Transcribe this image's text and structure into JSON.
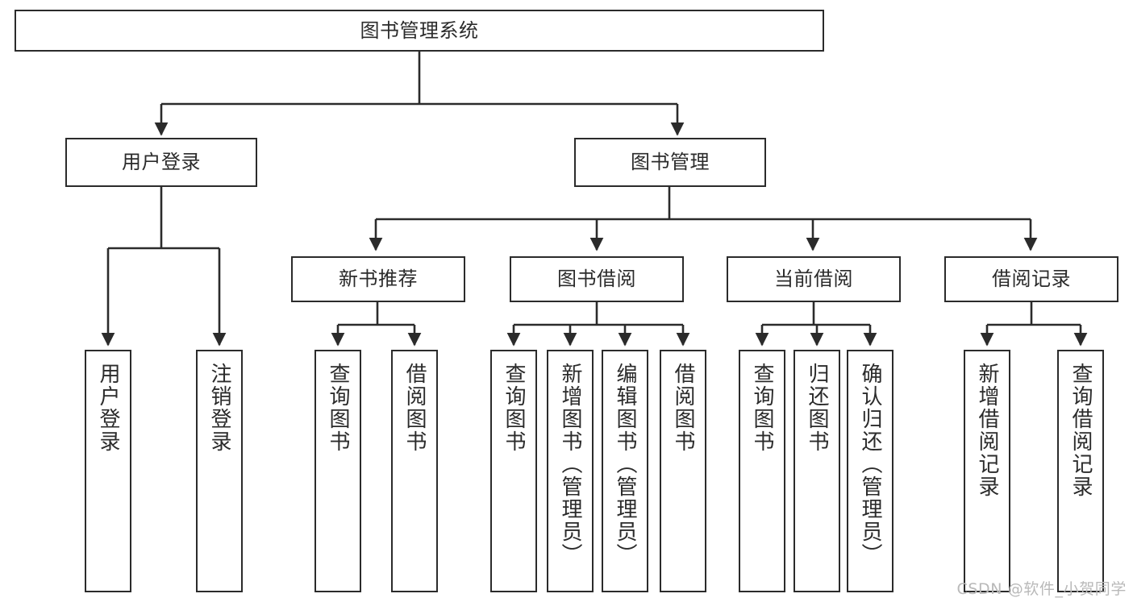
{
  "diagram": {
    "title": "图书管理系统",
    "watermark": "CSDN @软件_小贺同学",
    "colors": {
      "background": "#ffffff",
      "stroke": "#2b2b2b",
      "text": "#2b2b2b",
      "watermark": "#b9b9b9"
    },
    "root": {
      "label": "图书管理系统"
    },
    "level2": [
      {
        "label": "用户登录"
      },
      {
        "label": "图书管理"
      }
    ],
    "level3": [
      {
        "label": "新书推荐"
      },
      {
        "label": "图书借阅"
      },
      {
        "label": "当前借阅"
      },
      {
        "label": "借阅记录"
      }
    ],
    "leaves": {
      "user_login": [
        {
          "label": "用户登录"
        },
        {
          "label": "注销登录"
        }
      ],
      "new_book_recommend": [
        {
          "label": "查询图书"
        },
        {
          "label": "借阅图书"
        }
      ],
      "book_borrow": [
        {
          "label": "查询图书"
        },
        {
          "label": "新增图书（管理员）"
        },
        {
          "label": "编辑图书（管理员）"
        },
        {
          "label": "借阅图书"
        }
      ],
      "current_borrow": [
        {
          "label": "查询图书"
        },
        {
          "label": "归还图书"
        },
        {
          "label": "确认归还（管理员）"
        }
      ],
      "borrow_records": [
        {
          "label": "新增借阅记录"
        },
        {
          "label": "查询借阅记录"
        }
      ]
    }
  }
}
